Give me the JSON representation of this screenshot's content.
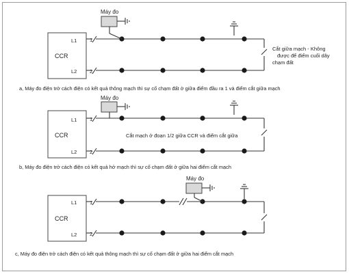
{
  "panels": [
    {
      "id": "a",
      "ccr_label": "CCR",
      "terminal_1": "L1",
      "terminal_2": "L2",
      "line_1_mark": "1",
      "line_2_mark": "2",
      "meter_label": "Máy đo",
      "cut_note_lines": [
        "Cắt giữa mạch - Không",
        "được để điểm cuối dây",
        "chạm đất"
      ],
      "caption": "a, Máy đo điện trở cách điện có kết quả thông mạch thì sự cố chạm đất ở giữa điểm đầu ra 1 và điểm cắt giữa mạch"
    },
    {
      "id": "b",
      "ccr_label": "CCR",
      "terminal_1": "L1",
      "terminal_2": "L2",
      "line_1_mark": "1",
      "line_2_mark": "2",
      "meter_label": "Máy đo",
      "cut_note": "Cắt mạch ở đoạn 1/2 giữa CCR và điểm cắt giữa",
      "caption": "b, Máy đo điện trở cách điện có kết quả hở mạch thì sự cố chạm đất ở giữa hai điểm cắt mạch"
    },
    {
      "id": "c",
      "ccr_label": "CCR",
      "terminal_1": "L1",
      "terminal_2": "L2",
      "line_1_mark": "1",
      "line_2_mark": "2",
      "meter_label": "Máy đo",
      "caption": "c, Máy đo điện trở cách điện có kết quả thông mạch thì sự cố chạm đất ở giữa hai điểm cắt mạch"
    }
  ]
}
